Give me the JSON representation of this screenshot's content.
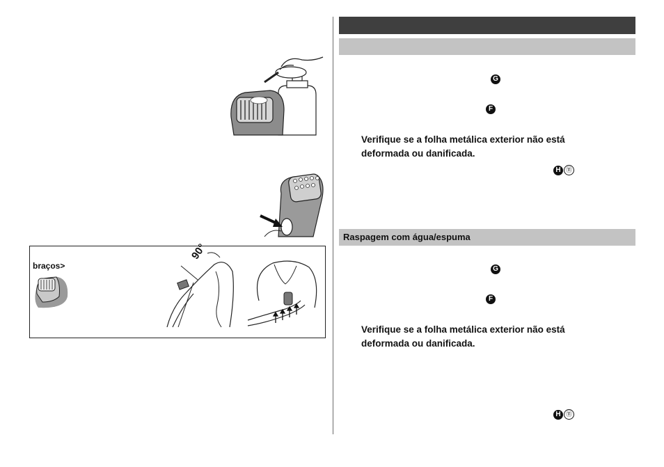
{
  "left": {
    "tip_box": {
      "label": "braços>",
      "angle_label": "90°"
    }
  },
  "right": {
    "section_shaving_dry": {
      "refs": [
        {
          "letter": "G"
        },
        {
          "letter": "F"
        }
      ],
      "check_text_line1": "Verifique se a folha metálica exterior não está",
      "check_text_line2": "deformada ou danificada.",
      "ref_end": {
        "letter": "H",
        "num": "⑪"
      }
    },
    "section_wet": {
      "title": "Raspagem com água/espuma",
      "refs": [
        {
          "letter": "G"
        },
        {
          "letter": "F"
        }
      ],
      "check_text_line1": "Verifique se a folha metálica exterior não está",
      "check_text_line2": "deformada ou danificada.",
      "ref_end": {
        "letter": "H",
        "num": "⑪"
      }
    }
  },
  "colors": {
    "dark_bar": "#3f3f3f",
    "light_bar": "#c3c3c3"
  }
}
